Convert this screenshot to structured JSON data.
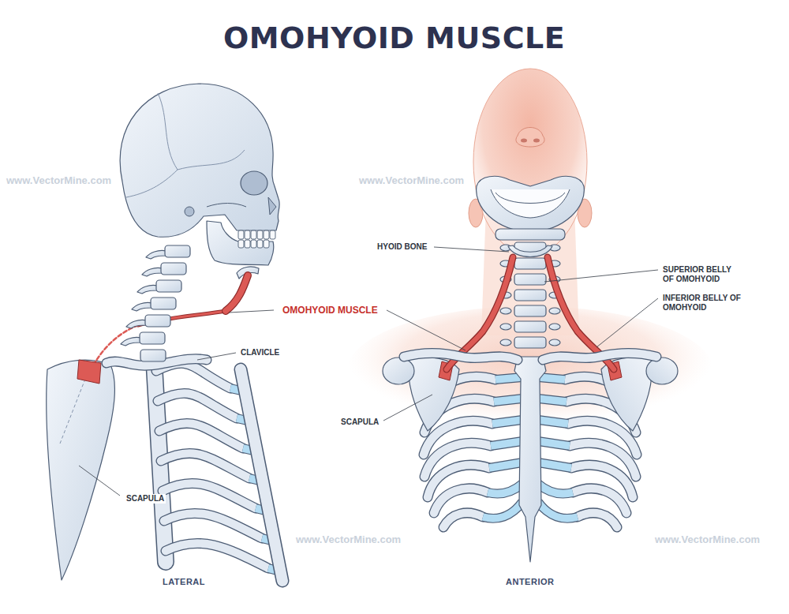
{
  "diagram": {
    "title": "OMOHYOID MUSCLE",
    "labels": [
      "OMOHYOID MUSCLE",
      "HYOID BONE",
      "SUPERIOR BELLY OF OMOHYOID",
      "INFERIOR BELLY OF OMOHYOID",
      "CLAVICLE",
      "SCAPULA",
      "SCAPULA",
      "LATERAL",
      "ANTERIOR",
      "www.VectorMine.com",
      "www.VectorMine.com",
      "www.VectorMine.com",
      "www.VectorMine.com"
    ]
  }
}
